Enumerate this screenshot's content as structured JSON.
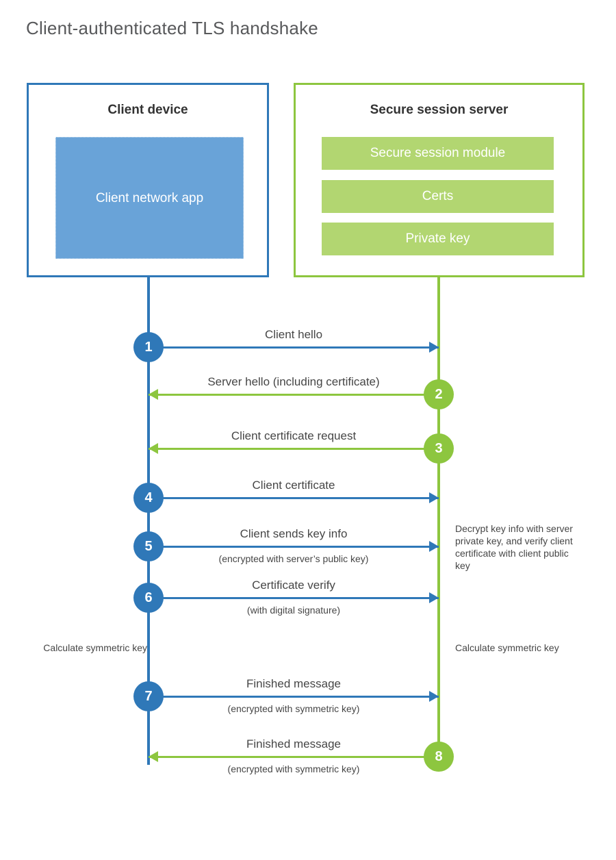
{
  "title": "Client-authenticated TLS handshake",
  "colors": {
    "client_blue": "#2f78b8",
    "client_app_fill": "#69a3d8",
    "server_green": "#8dc63f",
    "server_bar_fill": "#b2d671",
    "title_gray": "#58595b",
    "text_gray": "#464646"
  },
  "client": {
    "title": "Client device",
    "app_label": "Client network app"
  },
  "server": {
    "title": "Secure session server",
    "components": [
      {
        "label": "Secure session module"
      },
      {
        "label": "Certs"
      },
      {
        "label": "Private key"
      }
    ]
  },
  "steps": [
    {
      "number": "1",
      "label": "Client hello",
      "sublabel": "",
      "direction": "client-to-server",
      "color": "blue"
    },
    {
      "number": "2",
      "label": "Server hello (including certificate)",
      "sublabel": "",
      "direction": "server-to-client",
      "color": "green"
    },
    {
      "number": "3",
      "label": "Client certificate request",
      "sublabel": "",
      "direction": "server-to-client",
      "color": "green"
    },
    {
      "number": "4",
      "label": "Client certificate",
      "sublabel": "",
      "direction": "client-to-server",
      "color": "blue"
    },
    {
      "number": "5",
      "label": "Client sends key info",
      "sublabel": "(encrypted with server’s public key)",
      "direction": "client-to-server",
      "color": "blue"
    },
    {
      "number": "6",
      "label": "Certificate verify",
      "sublabel": "(with digital signature)",
      "direction": "client-to-server",
      "color": "blue"
    },
    {
      "number": "7",
      "label": "Finished message",
      "sublabel": "(encrypted with symmetric key)",
      "direction": "client-to-server",
      "color": "blue"
    },
    {
      "number": "8",
      "label": "Finished message",
      "sublabel": "(encrypted with symmetric key)",
      "direction": "server-to-client",
      "color": "green"
    }
  ],
  "notes": {
    "server_decrypt": "Decrypt key info with server private key, and verify client certificate with client public key",
    "client_calculate": "Calculate symmetric key",
    "server_calculate": "Calculate symmetric key"
  }
}
